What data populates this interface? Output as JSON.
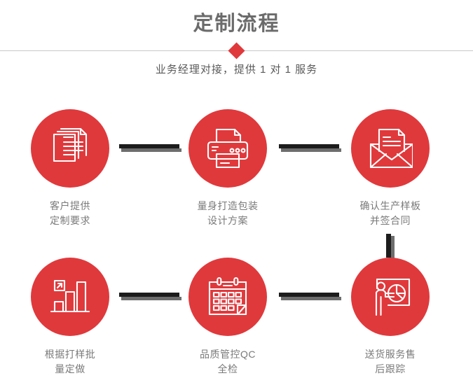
{
  "header": {
    "title": "定制流程",
    "subtitle": "业务经理对接，提供 1 对 1 服务",
    "divider_icon": "diamond-marker"
  },
  "theme": {
    "accent_red": "#e0393c",
    "title_gray": "#6b6b6b",
    "label_gray": "#7a7a7a",
    "connector_dark": "#1c1c1c",
    "connector_shadow": "#6d6d6d",
    "divider_line": "#c9c9c9",
    "background": "#ffffff"
  },
  "flow": {
    "steps": [
      {
        "index": 1,
        "icon": "documents-stack-icon",
        "label_line1": "客户提供",
        "label_line2": "定制要求"
      },
      {
        "index": 2,
        "icon": "printer-icon",
        "label_line1": "量身打造包装",
        "label_line2": "设计方案"
      },
      {
        "index": 3,
        "icon": "envelope-document-icon",
        "label_line1": "确认生产样板",
        "label_line2": "并签合同"
      },
      {
        "index": 4,
        "icon": "bar-chart-growth-icon",
        "label_line1": "根据打样批",
        "label_line2": "量定做"
      },
      {
        "index": 5,
        "icon": "calendar-icon",
        "label_line1": "品质管控QC",
        "label_line2": "全检"
      },
      {
        "index": 6,
        "icon": "presenter-piechart-icon",
        "label_line1": "送货服务售",
        "label_line2": "后跟踪"
      }
    ],
    "connectors": [
      {
        "name": "connector-1-to-2",
        "orientation": "horizontal"
      },
      {
        "name": "connector-2-to-3",
        "orientation": "horizontal"
      },
      {
        "name": "connector-3-to-4",
        "orientation": "vertical"
      },
      {
        "name": "connector-4-to-5",
        "orientation": "horizontal"
      },
      {
        "name": "connector-5-to-6",
        "orientation": "horizontal"
      }
    ]
  }
}
